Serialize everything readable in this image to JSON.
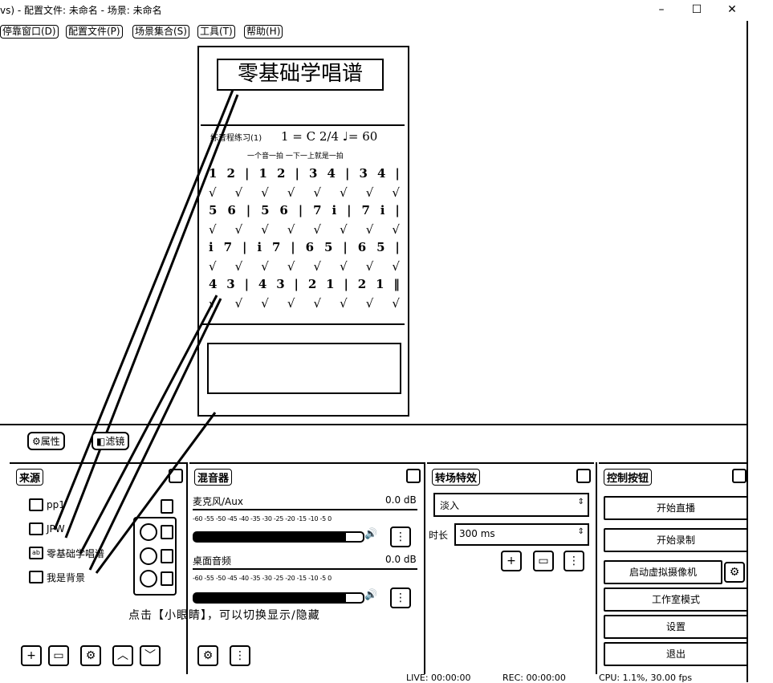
{
  "window": {
    "title": "vs) - 配置文件: 未命名 - 场景: 未命名",
    "min_glyph": "–",
    "max_glyph": "☐",
    "close_glyph": "✕"
  },
  "menu": [
    "停靠窗口(D)",
    "配置文件(P)",
    "场景集合(S)",
    "工具(T)",
    "帮助(H)"
  ],
  "preview": {
    "card_title": "零基础学唱谱",
    "score_header": "练音程练习(1)",
    "score_key": "1 = C  2/4  ♩= 60",
    "score_sub": "一个音一拍   一下一上就是一拍",
    "rows": [
      [
        "1",
        "2",
        "|",
        "1",
        "2",
        "|",
        "3",
        "4",
        "|",
        "3",
        "4",
        "|"
      ],
      [
        "5",
        "6",
        "|",
        "5",
        "6",
        "|",
        "7",
        "i",
        "|",
        "7",
        "i",
        "|"
      ],
      [
        "i",
        "7",
        "|",
        "i",
        "7",
        "|",
        "6",
        "5",
        "|",
        "6",
        "5",
        "|"
      ],
      [
        "4",
        "3",
        "|",
        "4",
        "3",
        "|",
        "2",
        "1",
        "|",
        "2",
        "1",
        "‖"
      ]
    ],
    "tick_row": [
      "√",
      "√",
      "√",
      "√",
      "√",
      "√",
      "√",
      "√"
    ]
  },
  "scene_toolbar": {
    "properties": "属性",
    "filters": "滤镜"
  },
  "sources": {
    "title": "来源",
    "items": [
      {
        "label": "pp1",
        "icon": "image-icon"
      },
      {
        "label": "JPW",
        "icon": "image-icon"
      },
      {
        "label": "零基础学唱谱",
        "icon": "text-icon",
        "icon_text": "ab"
      },
      {
        "label": "我是背景",
        "icon": "image-icon"
      }
    ],
    "add": "+",
    "remove": "▭",
    "settings": "⚙",
    "up": "︿",
    "down": "﹀"
  },
  "mixer": {
    "title": "混音器",
    "channels": [
      {
        "name": "麦克风/Aux",
        "db": "0.0 dB",
        "level": 0.9
      },
      {
        "name": "桌面音频",
        "db": "0.0 dB",
        "level": 0.9
      }
    ],
    "scale": "-60 -55 -50 -45 -40 -35 -30 -25 -20 -15 -10 -5 0",
    "settings": "⚙"
  },
  "transitions": {
    "title": "转场特效",
    "selected": "淡入",
    "duration_label": "时长",
    "duration_value": "300 ms",
    "add": "+",
    "remove": "▭",
    "more": "⋮"
  },
  "controls": {
    "title": "控制按钮",
    "buttons": [
      "开始直播",
      "开始录制",
      "启动虚拟摄像机",
      "工作室模式",
      "设置",
      "退出"
    ]
  },
  "annotation": "点击【小眼睛】，可以切换显示/隐藏",
  "status": {
    "live": "LIVE: 00:00:00",
    "rec": "REC: 00:00:00",
    "cpu": "CPU: 1.1%, 30.00 fps"
  }
}
